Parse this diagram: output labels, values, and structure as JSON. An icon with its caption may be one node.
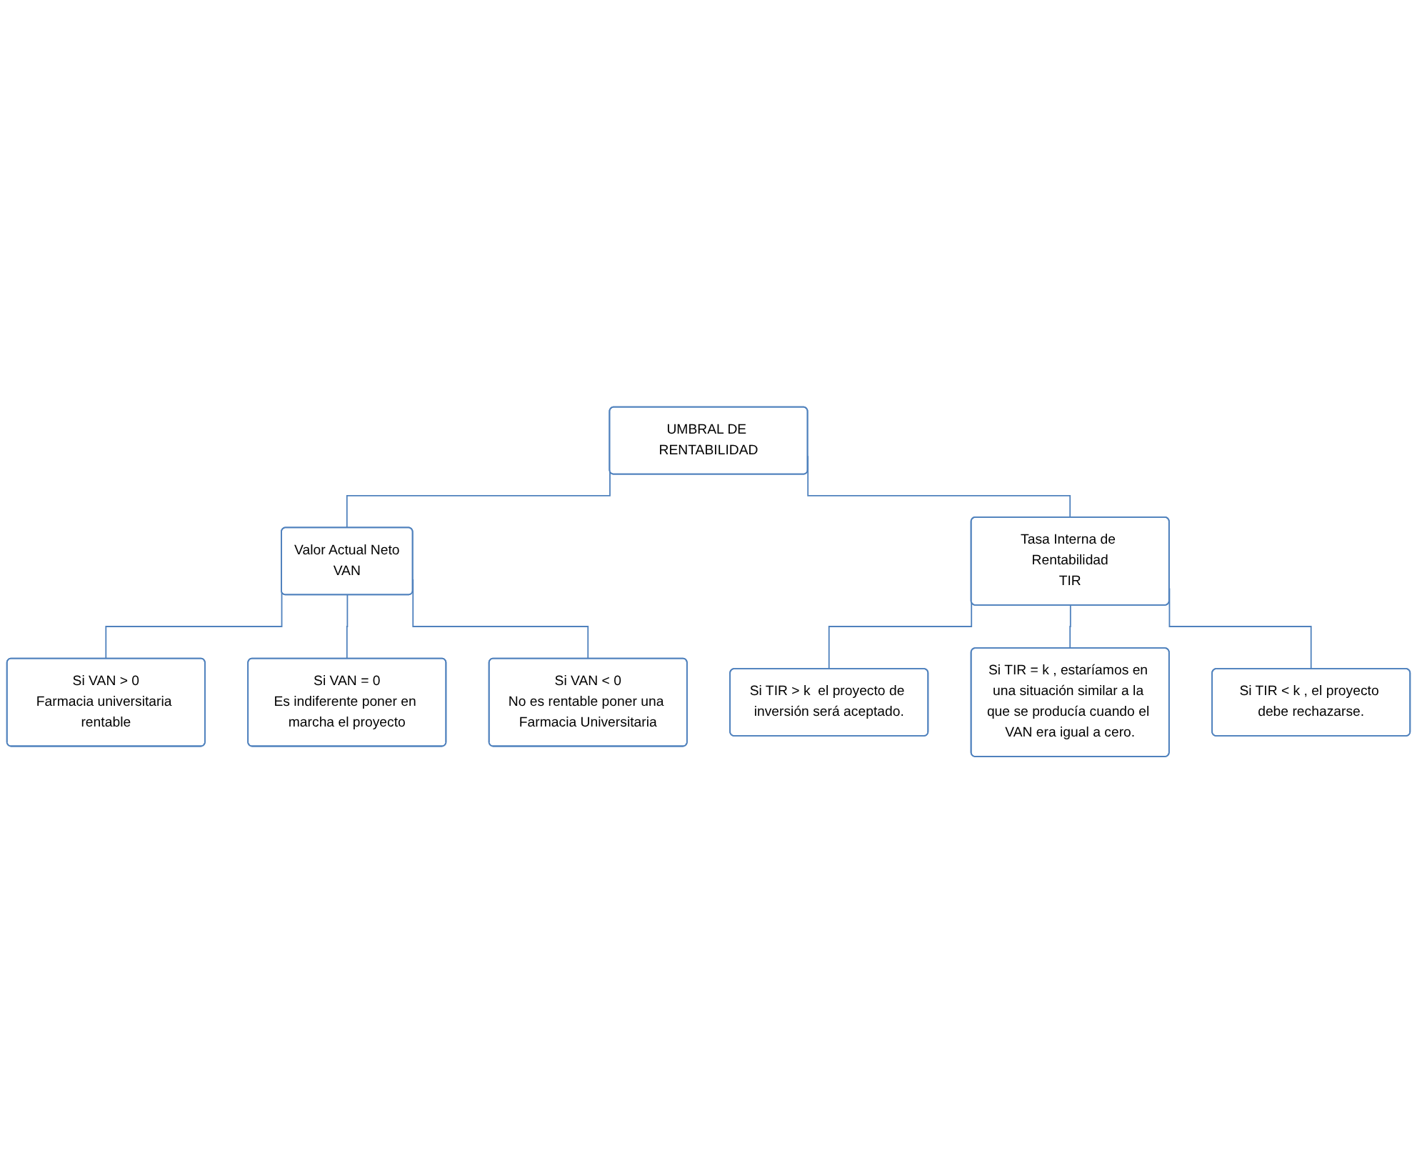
{
  "diagram": {
    "nodes": [
      {
        "text": [
          "UMBRAL DE RENTABILIDAD"
        ]
      },
      {
        "text": [
          "Valor Actual Neto",
          "VAN"
        ]
      },
      {
        "text": [
          "Tasa Interna de Rentabilidad",
          "TIR"
        ]
      },
      {
        "text": [
          "Si VAN > 0",
          "Farmacia universitaria rentable"
        ]
      },
      {
        "text": [
          "Si VAN = 0",
          "Es indiferente poner en marcha el proyecto"
        ]
      },
      {
        "text": [
          "Si VAN < 0",
          "No es rentable poner una Farmacia Universitaria"
        ]
      },
      {
        "text": [
          "Si TIR > k  el proyecto de inversión será aceptado."
        ]
      },
      {
        "text": [
          "Si TIR = k , estaríamos en una situación similar a la que se producía cuando el VAN era igual a cero."
        ]
      },
      {
        "text": [
          "Si TIR < k , el proyecto debe rechazarse."
        ]
      }
    ],
    "edges": [
      {
        "from": 0,
        "to": 1,
        "arrow": "none"
      },
      {
        "from": 0,
        "to": 2,
        "arrow": "none"
      },
      {
        "from": 1,
        "to": 3,
        "arrow": "none"
      },
      {
        "from": 1,
        "to": 4,
        "arrow": "none"
      },
      {
        "from": 1,
        "to": 5,
        "arrow": "none"
      },
      {
        "from": 2,
        "to": 6,
        "arrow": "none"
      },
      {
        "from": 2,
        "to": 7,
        "arrow": "none"
      },
      {
        "from": 2,
        "to": 8,
        "arrow": "none"
      }
    ]
  }
}
